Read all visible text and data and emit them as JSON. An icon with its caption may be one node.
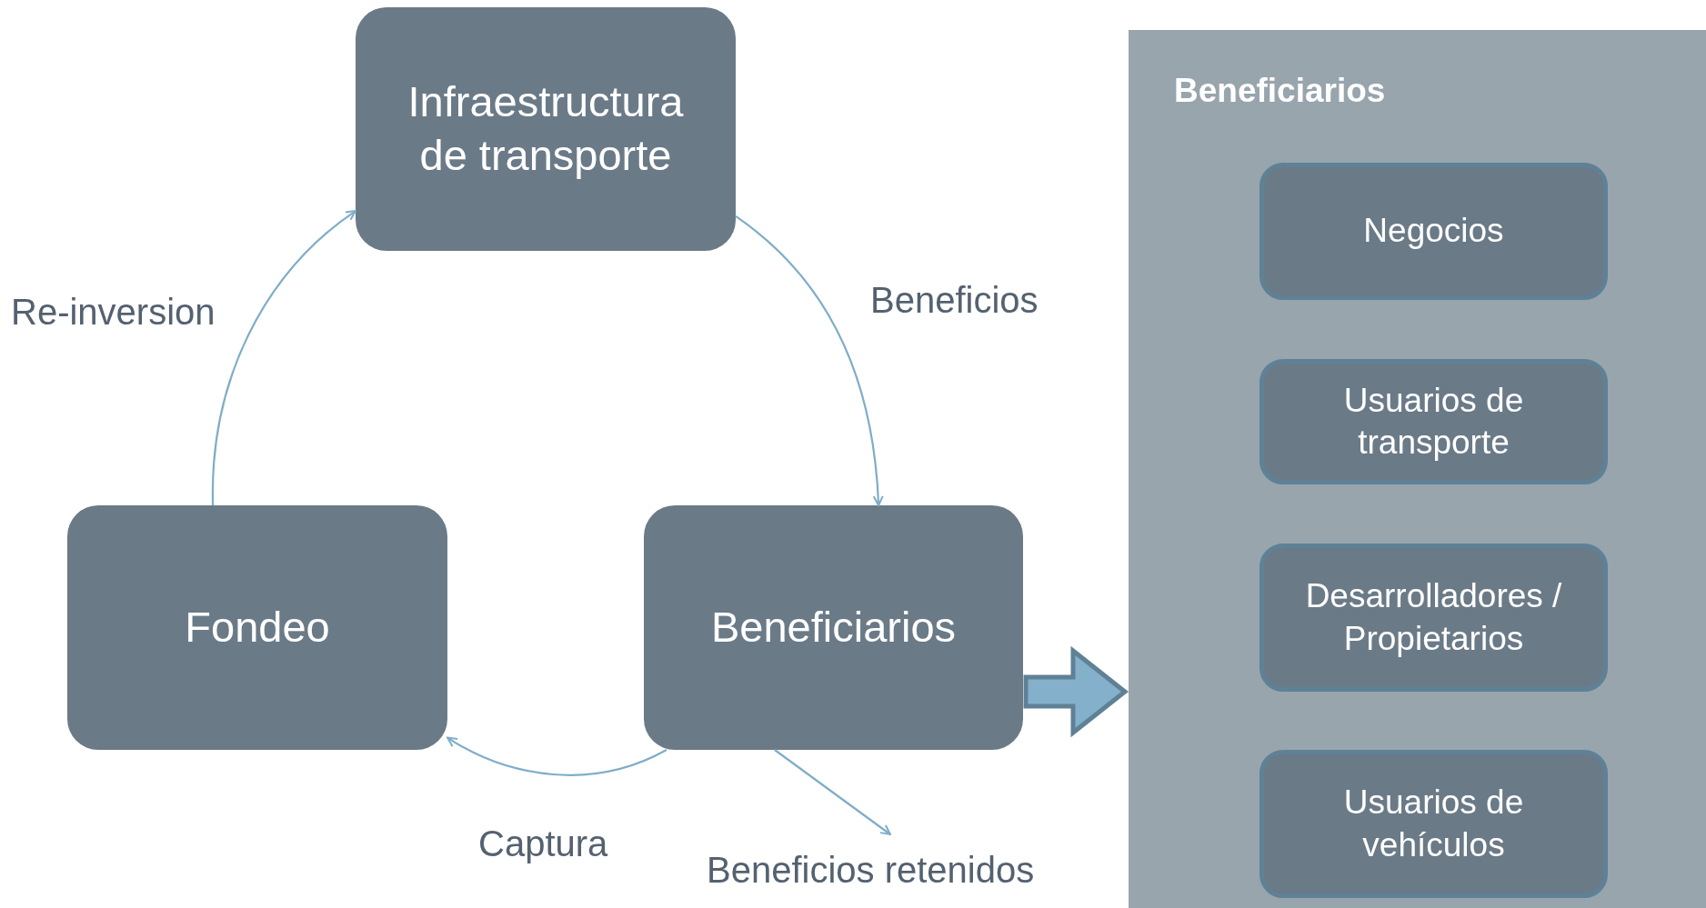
{
  "diagram": {
    "nodes": [
      {
        "text": [
          "Infraestructura de transporte"
        ]
      },
      {
        "text": [
          "Fondeo"
        ]
      },
      {
        "text": [
          "Beneficiarios"
        ]
      },
      {
        "text": [
          "Beneficiarios"
        ]
      },
      {
        "text": [
          "Negocios"
        ],
        "in": 3
      },
      {
        "text": [
          "Usuarios de transporte"
        ],
        "in": 3
      },
      {
        "text": [
          "Desarrolladores / Propietarios"
        ],
        "in": 3
      },
      {
        "text": [
          "Usuarios de vehículos"
        ],
        "in": 3
      }
    ],
    "edges": [
      {
        "from": 1,
        "to": 0,
        "arrow": "to",
        "label": "Re-inversion"
      },
      {
        "from": 0,
        "to": 2,
        "arrow": "to",
        "label": "Beneficios"
      },
      {
        "from": 2,
        "to": 1,
        "arrow": "to",
        "label": "Captura"
      },
      {
        "from": 2,
        "to": null,
        "arrow": "to",
        "label": "Beneficios retenidos"
      },
      {
        "from": 2,
        "to": 3,
        "arrow": "to",
        "style": "thick"
      }
    ]
  }
}
